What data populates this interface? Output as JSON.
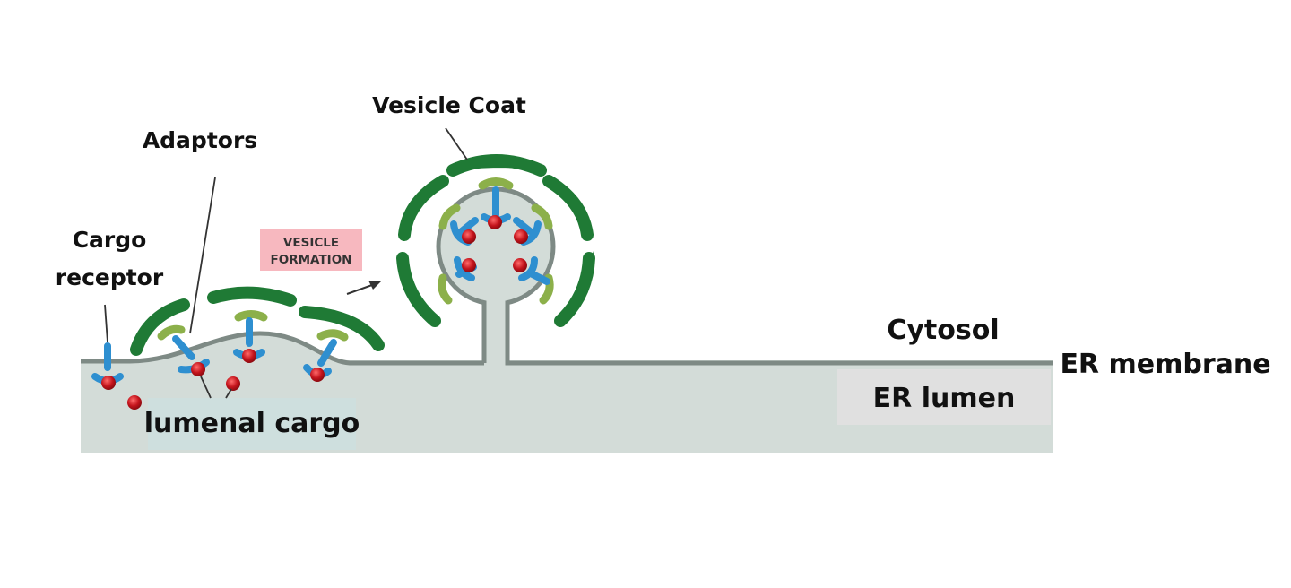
{
  "labels": {
    "vesicle_coat": "Vesicle Coat",
    "adaptors": "Adaptors",
    "cargo_receptor_line1": "Cargo",
    "cargo_receptor_line2": "receptor",
    "vesicle_formation_line1": "VESICLE",
    "vesicle_formation_line2": "FORMATION",
    "cytosol": "Cytosol",
    "er_membrane": "ER membrane",
    "er_lumen": "ER lumen",
    "lumenal_cargo": "lumenal cargo"
  },
  "colors": {
    "lumen_fill": "#d3dcd8",
    "membrane": "#7e8a85",
    "coat": "#1f7a35",
    "adaptor": "#8cb04a",
    "receptor": "#2e8fd0",
    "cargo": "#c4141c",
    "formation_box": "#f7b8bf"
  }
}
